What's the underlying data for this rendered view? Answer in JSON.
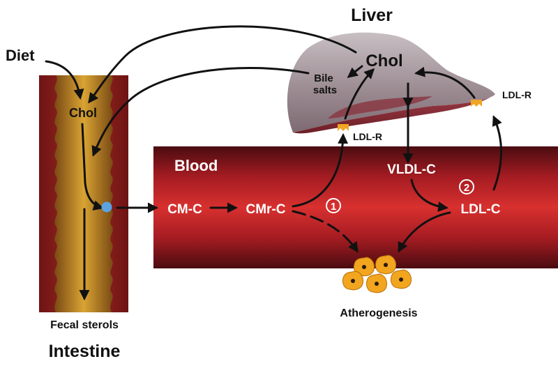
{
  "labels": {
    "liver": "Liver",
    "chol_liver": "Chol",
    "bile_line1": "Bile",
    "bile_line2": "salts",
    "ldlr_left": "LDL-R",
    "ldlr_right": "LDL-R",
    "diet": "Diet",
    "chol_intestine": "Chol",
    "blood": "Blood",
    "vldl": "VLDL-C",
    "cm": "CM-C",
    "cmr": "CMr-C",
    "ldl": "LDL-C",
    "marker1": "1",
    "marker2": "2",
    "atherogenesis": "Atherogenesis",
    "fecal": "Fecal sterols",
    "intestine": "Intestine"
  },
  "colors": {
    "blood_mid": "#d12a2b",
    "blood_dark": "#5a0f14",
    "liver_top": "#a89fa4",
    "liver_bottom": "#8a2b35",
    "intestine_wall": "#8a1e1e",
    "intestine_lumen": "#c9962a",
    "receptor": "#f0a524",
    "transporter_dot": "#5aa3e0",
    "cell": "#f2a51e"
  }
}
